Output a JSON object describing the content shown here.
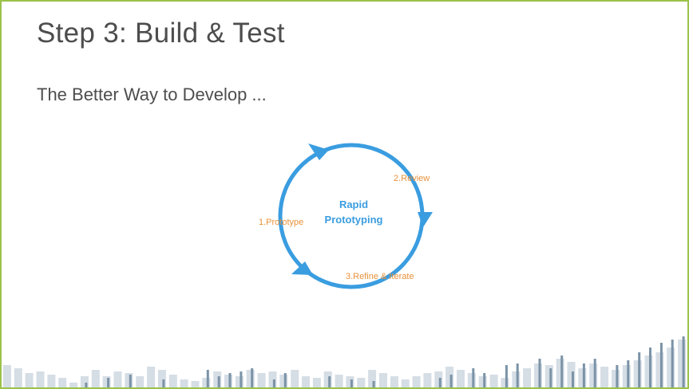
{
  "slide": {
    "title": "Step 3: Build & Test",
    "subtitle": "The Better Way to Develop ..."
  },
  "cycle": {
    "center_line1": "Rapid",
    "center_line2": "Prototyping",
    "steps": {
      "prototype": "1.Prototype",
      "review": "2.Review",
      "refine": "3.Refine & Iterate"
    }
  },
  "colors": {
    "border": "#9bc24a",
    "text": "#4d4d4d",
    "cycle_blue": "#3a9de0",
    "step_orange": "#e8913a",
    "bar_light": "#d5dde5",
    "bar_dark": "#7b93a7"
  }
}
